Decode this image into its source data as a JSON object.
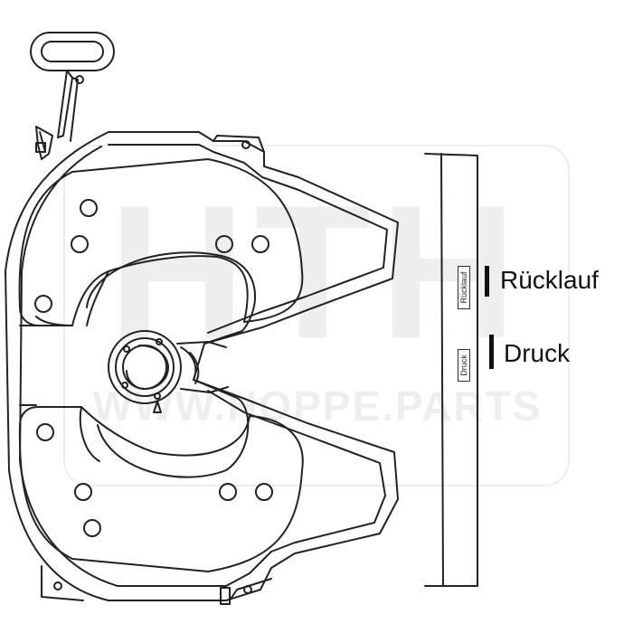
{
  "watermark": {
    "logo_text": "HTH",
    "url_text": "WWW.HOPPE.PARTS"
  },
  "labels": {
    "ruecklauf": "Rücklauf",
    "druck": "Druck"
  },
  "colors": {
    "line": "#222222",
    "watermark": "#eeeeee",
    "marker": "#111111"
  },
  "icons": [
    "fifth-wheel-coupling-drawing",
    "release-handle",
    "connection-panel"
  ]
}
